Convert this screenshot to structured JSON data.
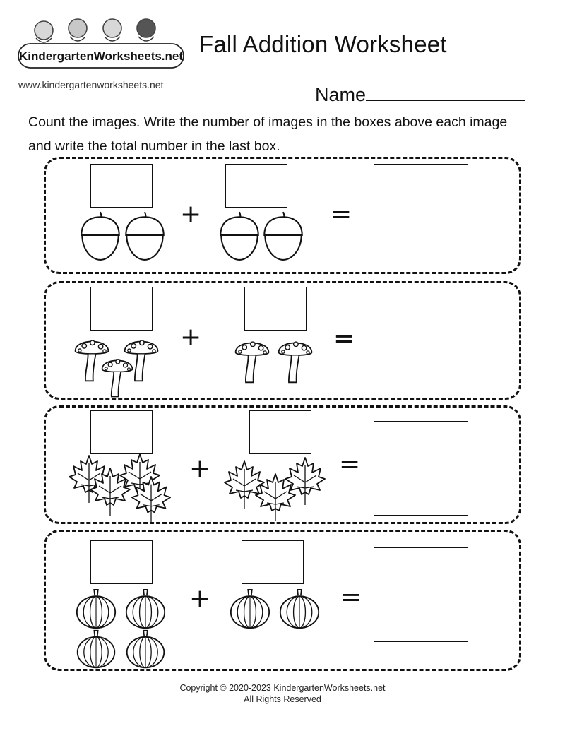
{
  "header": {
    "logo_text": "KindergartenWorksheets.net",
    "site_url": "www.kindergartenworksheets.net",
    "title": "Fall Addition Worksheet",
    "name_label": "Name"
  },
  "instructions": {
    "line1": "Count the images. Write the number of images in the boxes above each image",
    "line2": "and write the total number in the last box."
  },
  "operators": {
    "plus": "+",
    "equals": "="
  },
  "problems": [
    {
      "item": "acorn-icon",
      "left_count": 2,
      "right_count": 2
    },
    {
      "item": "mushroom-icon",
      "left_count": 3,
      "right_count": 2
    },
    {
      "item": "maple-leaf-icon",
      "left_count": 4,
      "right_count": 3
    },
    {
      "item": "pumpkin-icon",
      "left_count": 4,
      "right_count": 2
    }
  ],
  "footer": {
    "copyright": "Copyright © 2020-2023 KindergartenWorksheets.net",
    "rights": "All Rights Reserved"
  }
}
